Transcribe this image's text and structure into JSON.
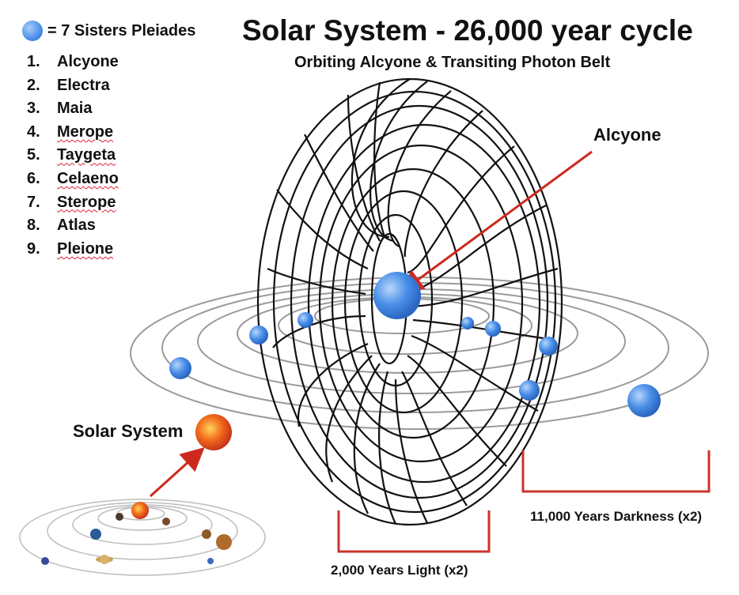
{
  "legend": {
    "key_label": "= 7 Sisters Pleiades",
    "stars": [
      {
        "num": "1.",
        "name": "Alcyone"
      },
      {
        "num": "2.",
        "name": "Electra"
      },
      {
        "num": "3.",
        "name": "Maia"
      },
      {
        "num": "4.",
        "name": "Merope"
      },
      {
        "num": "5.",
        "name": "Taygeta"
      },
      {
        "num": "6.",
        "name": "Celaeno"
      },
      {
        "num": "7.",
        "name": "Sterope"
      },
      {
        "num": "8.",
        "name": "Atlas"
      },
      {
        "num": "9.",
        "name": "Pleione"
      }
    ]
  },
  "title": "Solar System - 26,000 year cycle",
  "subtitle": "Orbiting Alcyone & Transiting Photon Belt",
  "labels": {
    "alcyone": "Alcyone",
    "solar_system": "Solar System",
    "light": "2,000 Years Light (x2)",
    "darkness": "11,000 Years Darkness (x2)"
  },
  "colors": {
    "star_blue": "#4a8fe8",
    "arrow_red": "#cc2a1e",
    "bracket_red": "#c8352a",
    "torus_black": "#111111",
    "orbit_gray": "#9a9a9a",
    "sun_orange": "#f26a1b"
  }
}
